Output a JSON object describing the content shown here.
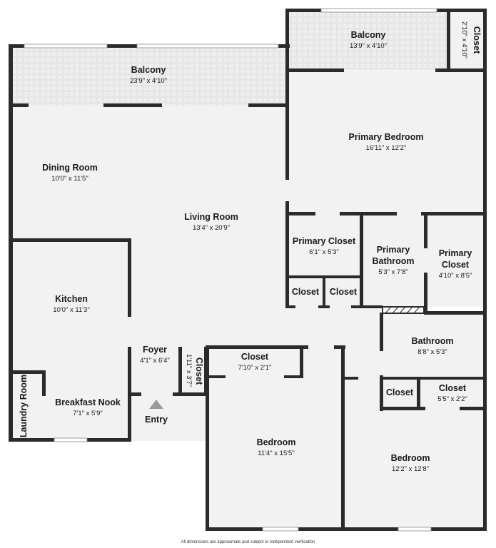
{
  "rooms": {
    "balcony_left": {
      "name": "Balcony",
      "dims": "23'9\" x 4'10\""
    },
    "balcony_right": {
      "name": "Balcony",
      "dims": "13'9\" x 4'10\""
    },
    "closet_balcony": {
      "name": "Closet",
      "dims": "2'10\" x 4'10\""
    },
    "primary_bedroom": {
      "name": "Primary Bedroom",
      "dims": "16'11\" x 12'2\""
    },
    "dining_room": {
      "name": "Dining Room",
      "dims": "10'0\" x 11'5\""
    },
    "living_room": {
      "name": "Living Room",
      "dims": "13'4\" x 20'9\""
    },
    "primary_closet_1": {
      "name": "Primary Closet",
      "dims": "6'1\" x 5'3\""
    },
    "primary_bathroom": {
      "name_line1": "Primary",
      "name_line2": "Bathroom",
      "dims": "5'3\" x 7'8\""
    },
    "primary_closet_2": {
      "name_line1": "Primary",
      "name_line2": "Closet",
      "dims": "4'10\" x 8'5\""
    },
    "closet_a": {
      "name": "Closet"
    },
    "closet_b": {
      "name": "Closet"
    },
    "kitchen": {
      "name": "Kitchen",
      "dims": "10'0\" x 11'3\""
    },
    "bathroom": {
      "name": "Bathroom",
      "dims": "8'8\" x 5'3\""
    },
    "foyer": {
      "name": "Foyer",
      "dims": "4'1\" x 6'4\""
    },
    "closet_foyer": {
      "name": "Closet",
      "dims": "1'11\" x 3'7\""
    },
    "closet_bedroom": {
      "name": "Closet",
      "dims": "7'10\" x 2'1\""
    },
    "closet_c": {
      "name": "Closet"
    },
    "closet_d": {
      "name": "Closet",
      "dims": "5'5\" x 2'2\""
    },
    "laundry_room": {
      "name": "Laundry Room"
    },
    "breakfast_nook": {
      "name": "Breakfast Nook",
      "dims": "7'1\" x 5'9\""
    },
    "bedroom_1": {
      "name": "Bedroom",
      "dims": "11'4\" x 15'5\""
    },
    "bedroom_2": {
      "name": "Bedroom",
      "dims": "12'2\" x 12'8\""
    }
  },
  "entry": {
    "label": "Entry"
  },
  "footer": {
    "note": "All dimensions are approximate and subject to independent verification"
  },
  "colors": {
    "wall": "#2b2b2b",
    "floor": "#f2f2f2",
    "text": "#1a1a1a"
  }
}
